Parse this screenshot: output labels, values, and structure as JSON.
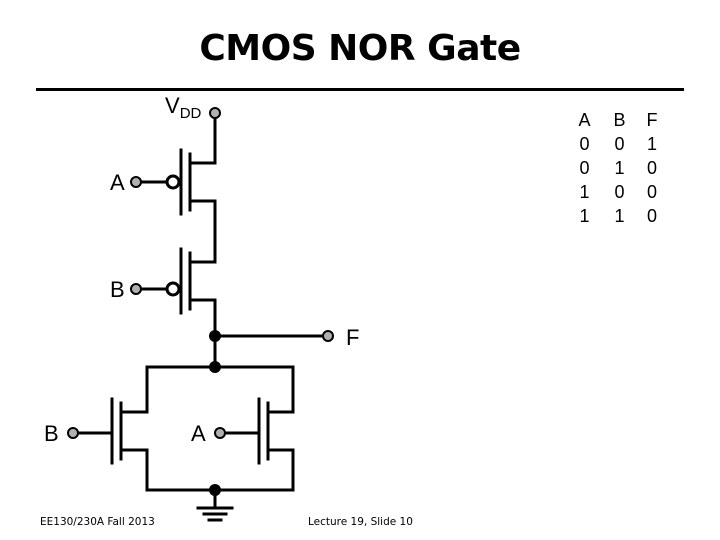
{
  "slide": {
    "title": "CMOS NOR Gate"
  },
  "circuit": {
    "supply_label": "V",
    "supply_subscript": "DD",
    "input_a_label": "A",
    "input_b_label": "B",
    "output_label": "F",
    "pulldown_input_b_label": "B",
    "pulldown_input_a_label": "A"
  },
  "truth_table": {
    "headers": [
      "A",
      "B",
      "F"
    ],
    "rows": [
      [
        "0",
        "0",
        "1"
      ],
      [
        "0",
        "1",
        "0"
      ],
      [
        "1",
        "0",
        "0"
      ],
      [
        "1",
        "1",
        "0"
      ]
    ]
  },
  "footer": {
    "left": "EE130/230A Fall 2013",
    "center": "Lecture 19, Slide 10"
  }
}
